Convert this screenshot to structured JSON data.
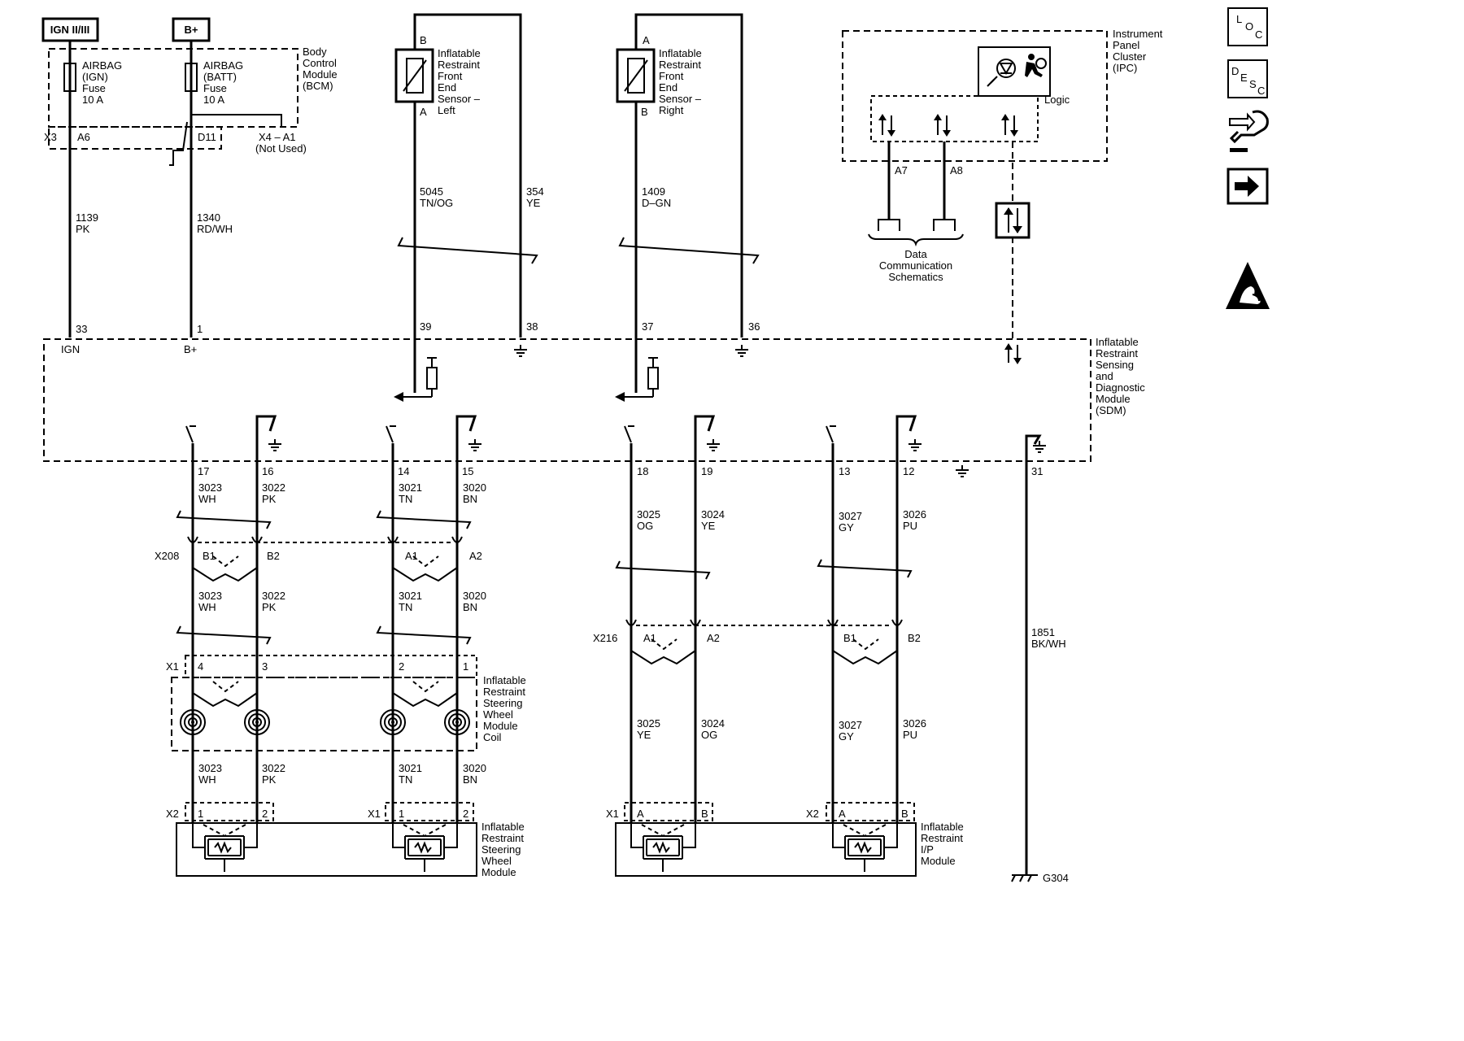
{
  "header": {
    "ign_label": "IGN II/III",
    "bplus_label": "B+"
  },
  "bcm": {
    "name": [
      "Body",
      "Control",
      "Module",
      "(BCM)"
    ],
    "fuse_ign": [
      "AIRBAG",
      "(IGN)",
      "Fuse",
      "10 A"
    ],
    "fuse_batt": [
      "AIRBAG",
      "(BATT)",
      "Fuse",
      "10 A"
    ],
    "x3": "X3",
    "a6": "A6",
    "d11": "D11",
    "x4a1": "X4 – A1",
    "not_used": "(Not Used)"
  },
  "sensor_left": {
    "name": [
      "Inflatable",
      "Restraint",
      "Front",
      "End",
      "Sensor –",
      "Left"
    ],
    "pin_top": "B",
    "pin_bot": "A"
  },
  "sensor_right": {
    "name": [
      "Inflatable",
      "Restraint",
      "Front",
      "End",
      "Sensor –",
      "Right"
    ],
    "pin_top": "A",
    "pin_bot": "B"
  },
  "wires_top": {
    "w1139": [
      "1139",
      "PK"
    ],
    "w1340": [
      "1340",
      "RD/WH"
    ],
    "w5045": [
      "5045",
      "TN/OG"
    ],
    "w354": [
      "354",
      "YE"
    ],
    "w1409": [
      "1409",
      "D–GN"
    ]
  },
  "ipc": {
    "name": [
      "Instrument",
      "Panel",
      "Cluster",
      "(IPC)"
    ],
    "logic": "Logic",
    "a7": "A7",
    "a8": "A8",
    "data_comm": [
      "Data",
      "Communication",
      "Schematics"
    ]
  },
  "sdm": {
    "name": [
      "Inflatable",
      "Restraint",
      "Sensing",
      "and",
      "Diagnostic",
      "Module",
      "(SDM)"
    ],
    "pins_top": [
      "33",
      "1",
      "39",
      "38",
      "37",
      "36"
    ],
    "ign": "IGN",
    "bplus": "B+",
    "pins_bottom": [
      "17",
      "16",
      "14",
      "15",
      "18",
      "19",
      "13",
      "12",
      "31"
    ]
  },
  "wires_mid": {
    "w3023": [
      "3023",
      "WH"
    ],
    "w3022": [
      "3022",
      "PK"
    ],
    "w3021": [
      "3021",
      "TN"
    ],
    "w3020": [
      "3020",
      "BN"
    ],
    "w3025a": [
      "3025",
      "OG"
    ],
    "w3024a": [
      "3024",
      "YE"
    ],
    "w3027": [
      "3027",
      "GY"
    ],
    "w3026": [
      "3026",
      "PU"
    ],
    "w3025b": [
      "3025",
      "YE"
    ],
    "w3024b": [
      "3024",
      "OG"
    ],
    "w1851": [
      "1851",
      "BK/WH"
    ]
  },
  "connectors": {
    "x208": "X208",
    "b1": "B1",
    "b2": "B2",
    "a1": "A1",
    "a2": "A2",
    "x216": "X216",
    "x1": "X1",
    "x2": "X2",
    "p1": "1",
    "p2": "2",
    "p3": "3",
    "p4": "4",
    "pa": "A",
    "pb": "B"
  },
  "coil": {
    "name": [
      "Inflatable",
      "Restraint",
      "Steering",
      "Wheel",
      "Module",
      "Coil"
    ]
  },
  "swm": {
    "name": [
      "Inflatable",
      "Restraint",
      "Steering",
      "Wheel",
      "Module"
    ]
  },
  "ipm": {
    "name": [
      "Inflatable",
      "Restraint",
      "I/P",
      "Module"
    ]
  },
  "ground": {
    "g304": "G304"
  },
  "nav": {
    "loc": [
      "L",
      "O",
      "C"
    ],
    "desc": [
      "D",
      "E",
      "S",
      "C"
    ]
  }
}
